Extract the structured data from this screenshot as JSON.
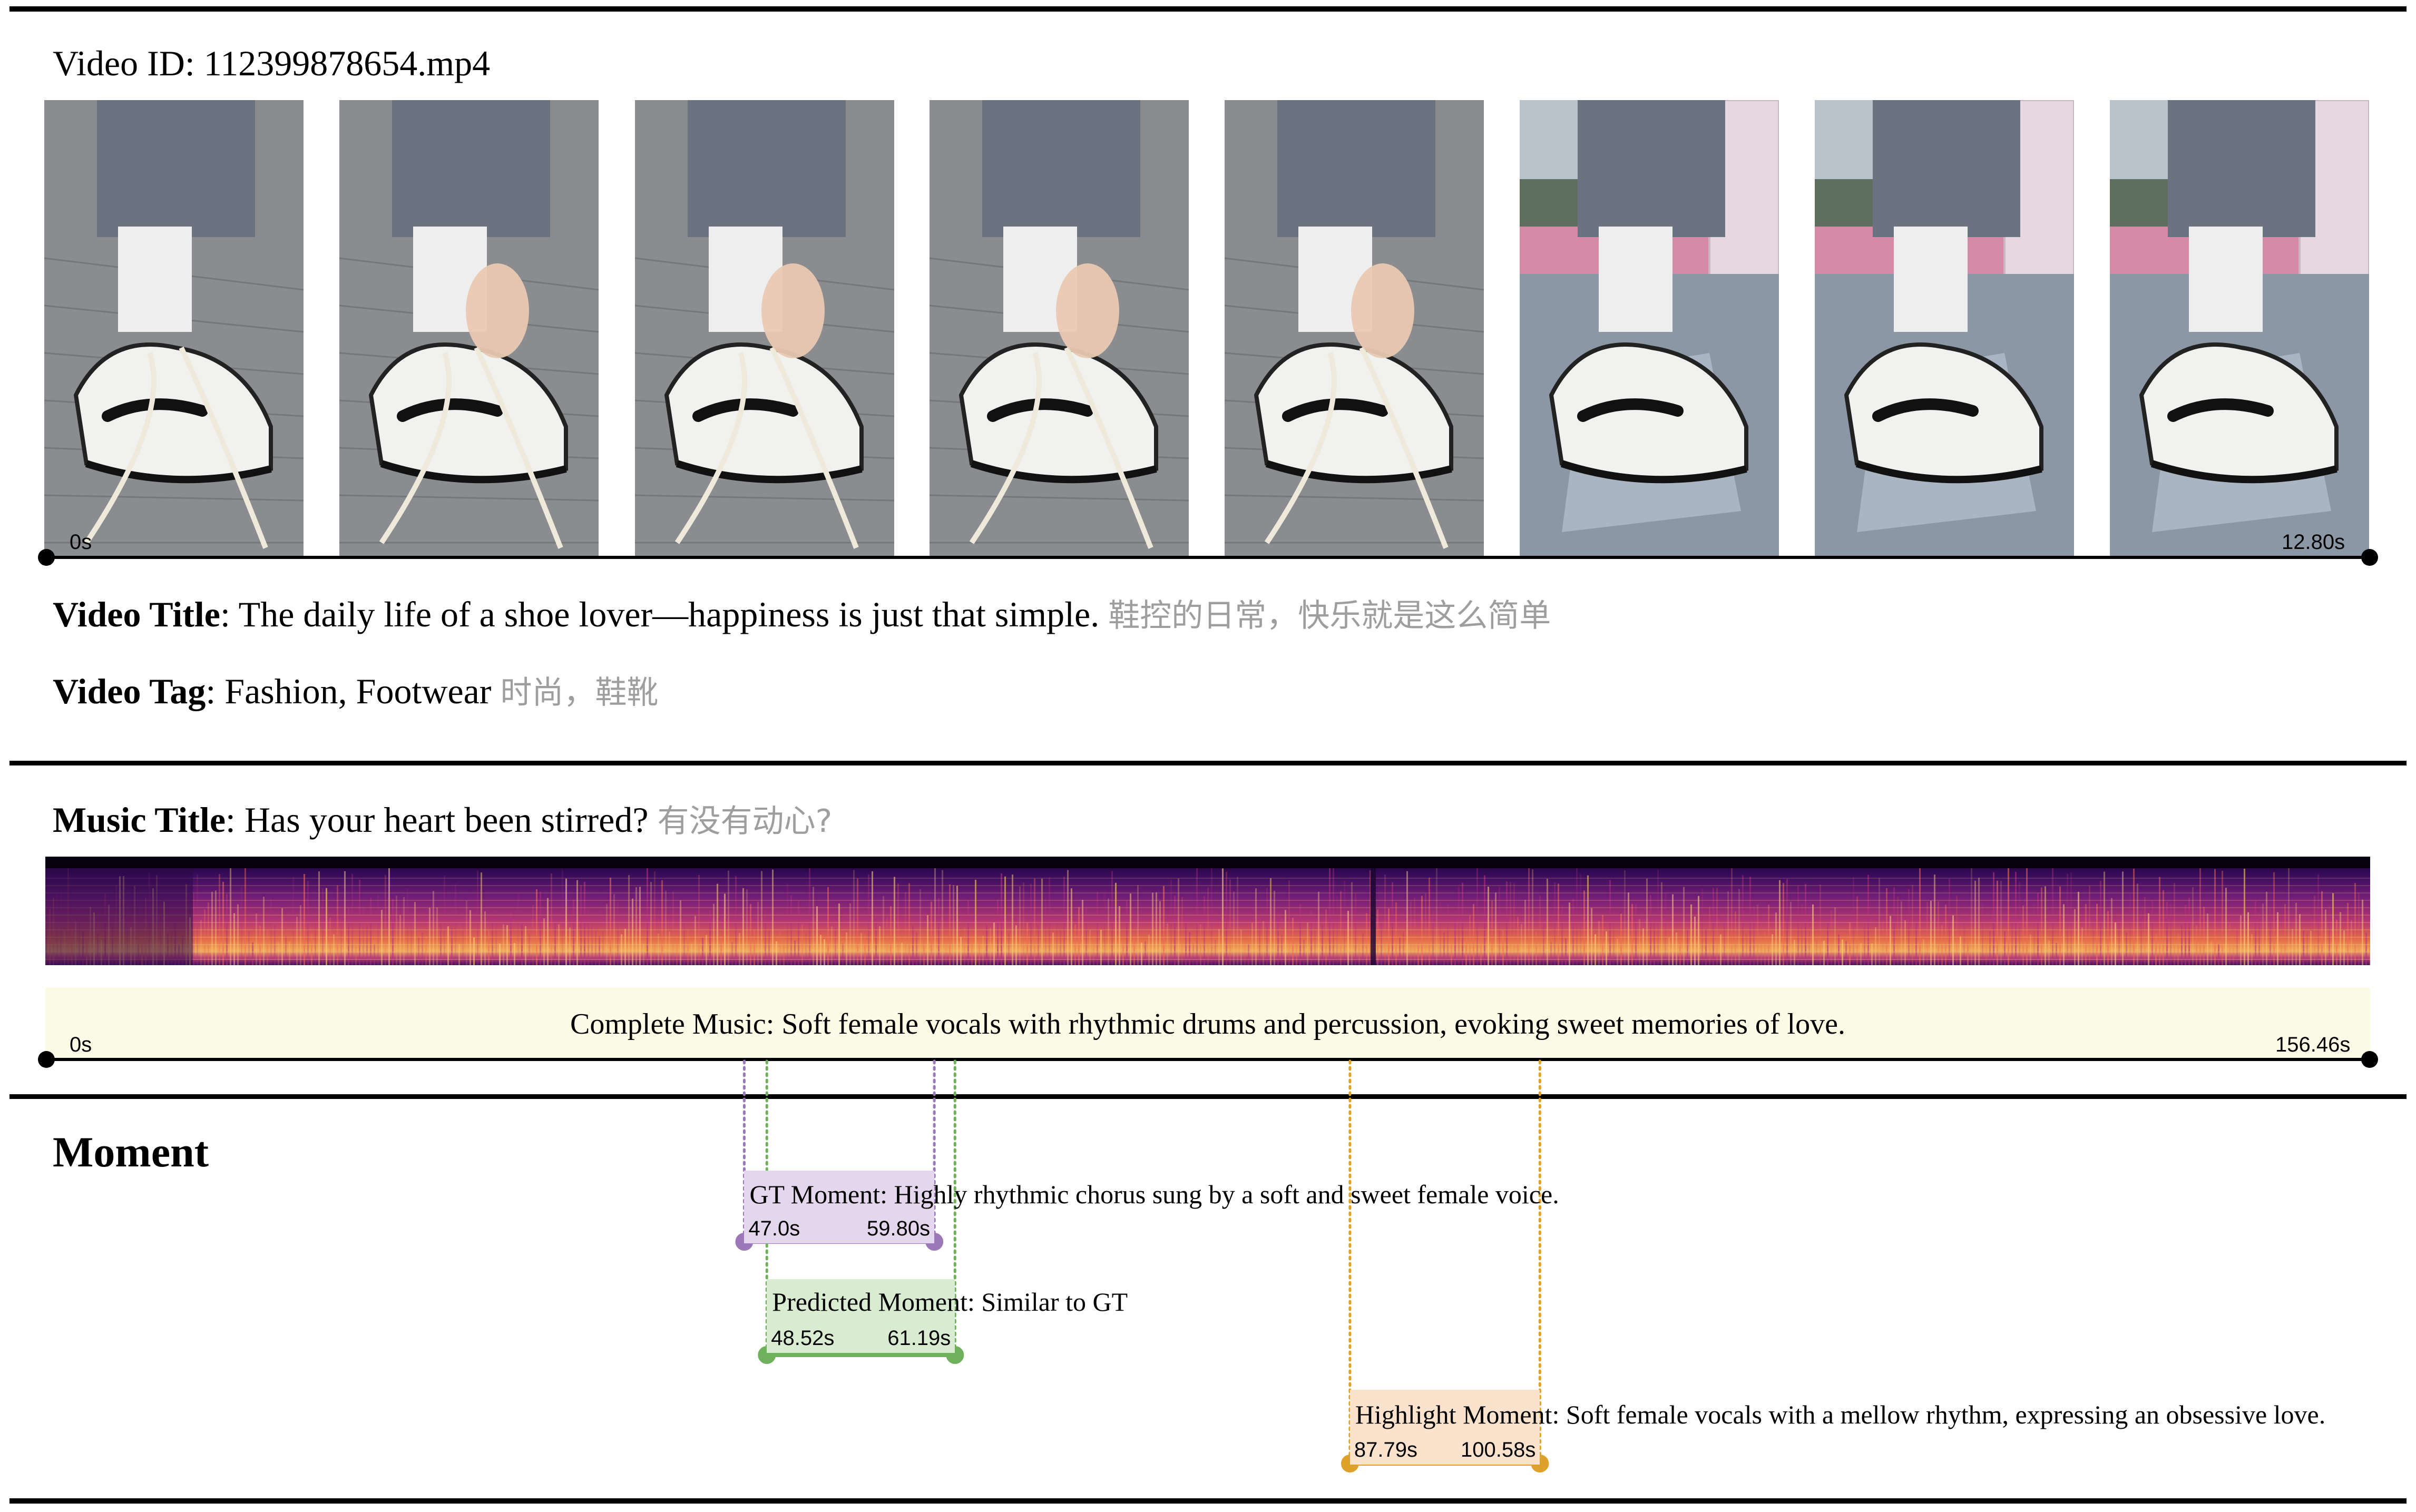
{
  "video": {
    "id_label": "Video ID: 112399878654.mp4",
    "start_time": "0s",
    "end_time": "12.80s",
    "frames": [
      {
        "scene": "lacing-shoe-1"
      },
      {
        "scene": "lacing-shoe-2"
      },
      {
        "scene": "lacing-shoe-3"
      },
      {
        "scene": "lacing-shoe-4"
      },
      {
        "scene": "lacing-shoe-5"
      },
      {
        "scene": "standing-window-1"
      },
      {
        "scene": "standing-window-2"
      },
      {
        "scene": "standing-window-3"
      }
    ],
    "title_key": "Video Title",
    "title_value": ": The daily life of a shoe lover—happiness is just that simple.",
    "title_cn": "鞋控的日常，快乐就是这么简单",
    "tag_key": "Video Tag",
    "tag_value": ": Fashion, Footwear",
    "tag_cn": "时尚，鞋靴"
  },
  "music": {
    "title_key": "Music Title",
    "title_value": ": Has your heart been stirred?",
    "title_cn": "有没有动心?",
    "start_time": "0s",
    "end_time": "156.46s",
    "duration": 156.46,
    "description": "Complete Music: Soft female vocals with rhythmic drums and percussion, evoking sweet memories of love."
  },
  "moment": {
    "heading": "Moment",
    "gt": {
      "label": "GT Moment: Highly rhythmic chorus sung by a soft and sweet female voice.",
      "start": 47.0,
      "end": 59.8,
      "start_label": "47.0s",
      "end_label": "59.80s",
      "color": "#9b78b8",
      "fill": "#e4d6ec"
    },
    "predicted": {
      "label": "Predicted Moment: Similar to GT",
      "start": 48.52,
      "end": 61.19,
      "start_label": "48.52s",
      "end_label": "61.19s",
      "color": "#6fb15b",
      "fill": "#d9ecd2"
    },
    "highlight": {
      "label": "Highlight Moment: Soft female vocals with a mellow rhythm, expressing an obsessive love.",
      "start": 87.79,
      "end": 100.58,
      "start_label": "87.79s",
      "end_label": "100.58s",
      "color": "#dea22a",
      "fill": "#fbe2cc"
    }
  }
}
